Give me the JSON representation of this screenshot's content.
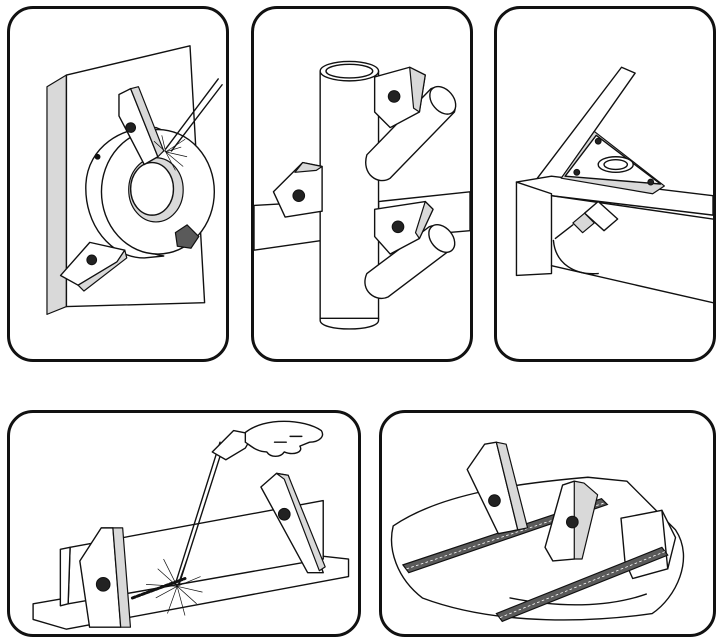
{
  "panels": [
    {
      "id": "p1",
      "icon": "ring-welding-illustration"
    },
    {
      "id": "p2",
      "icon": "pipe-welding-illustration"
    },
    {
      "id": "p3",
      "icon": "corner-frame-welding-illustration"
    },
    {
      "id": "p4",
      "icon": "arc-welding-illustration"
    },
    {
      "id": "p5",
      "icon": "square-ruler-illustration"
    }
  ],
  "colors": {
    "outline": "#111111",
    "background": "#ffffff",
    "shade": "#d9d9d9"
  }
}
